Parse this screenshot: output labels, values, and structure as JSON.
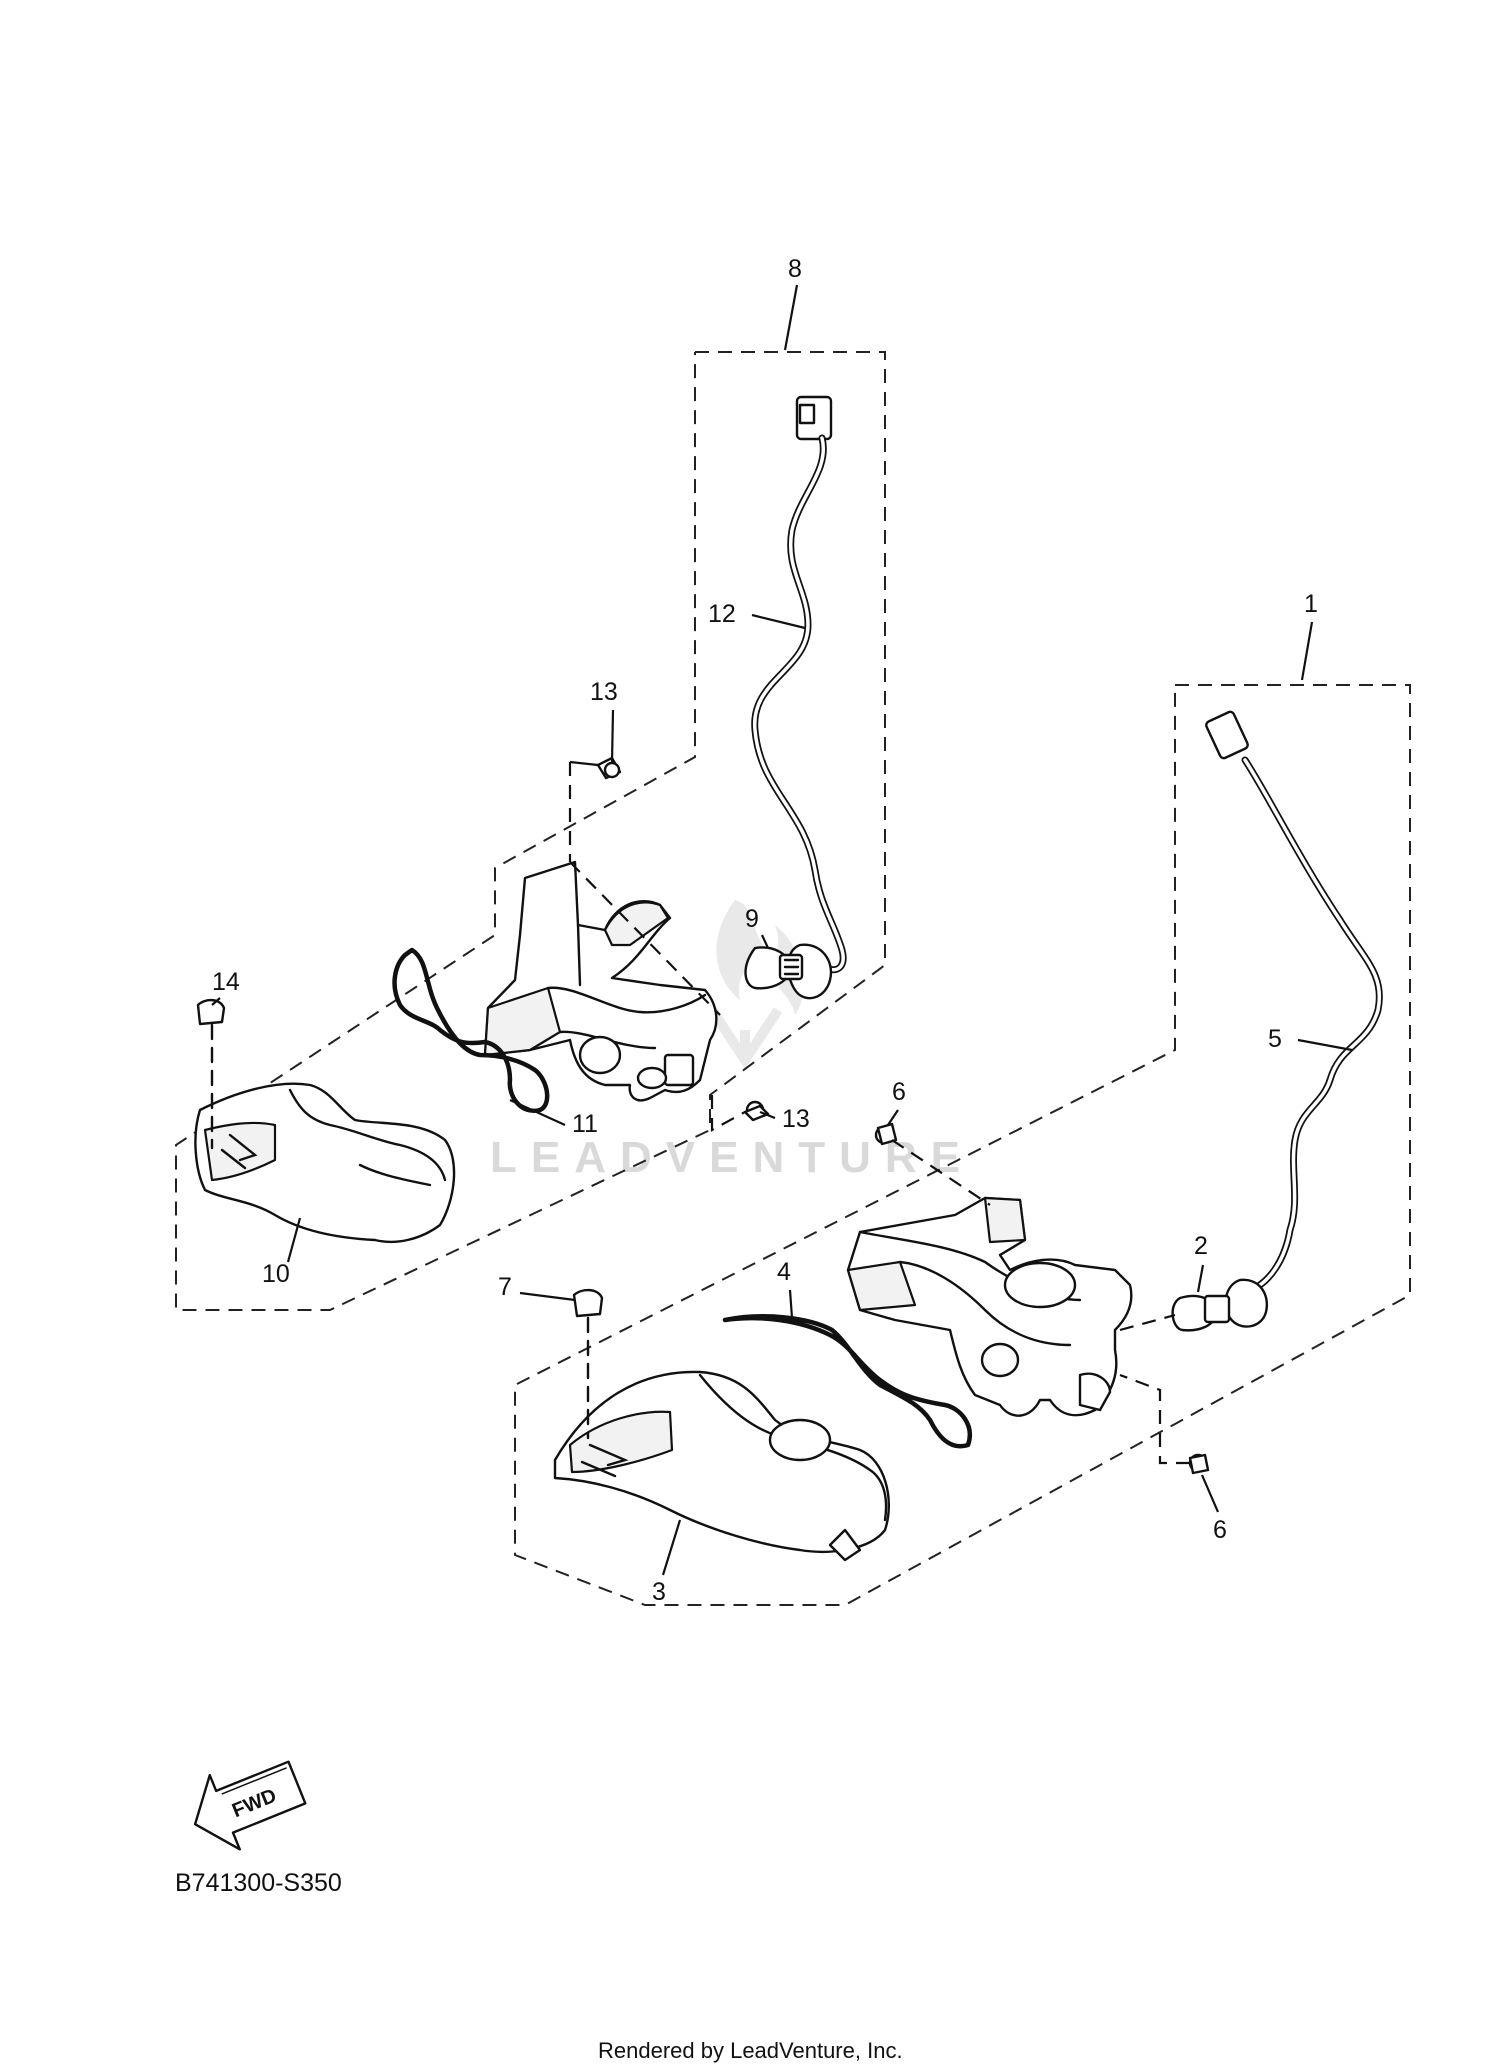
{
  "diagram": {
    "callouts": [
      "1",
      "2",
      "3",
      "4",
      "5",
      "6",
      "6",
      "7",
      "8",
      "9",
      "10",
      "11",
      "12",
      "13",
      "13",
      "14"
    ],
    "fwd_label": "FWD",
    "diagram_code": "B741300-S350",
    "watermark": "LEADVENTURE",
    "footer": "Rendered by LeadVenture, Inc."
  }
}
